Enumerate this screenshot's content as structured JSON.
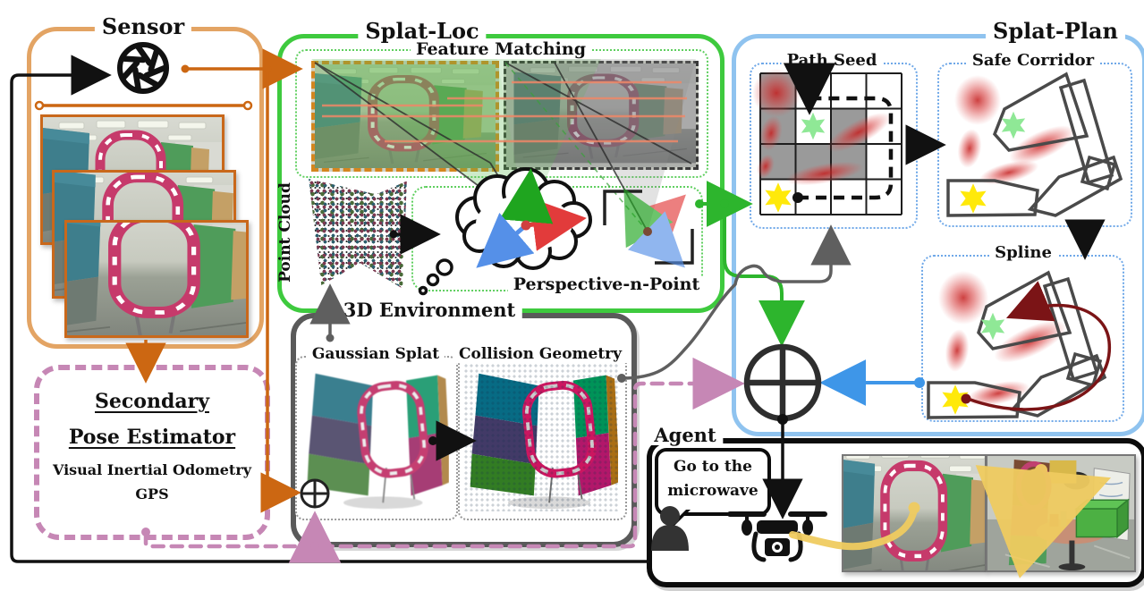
{
  "sensor": {
    "title": "Sensor"
  },
  "splat_loc": {
    "title": "Splat-Loc",
    "feature_matching": "Feature Matching",
    "point_cloud": "Point Cloud",
    "pnp": "Perspective-n-Point"
  },
  "splat_plan": {
    "title": "Splat-Plan",
    "path_seed": "Path Seed",
    "safe_corridor": "Safe Corridor",
    "spline": "Spline"
  },
  "environment": {
    "title": "3D Environment",
    "gaussian_splat": "Gaussian Splat",
    "collision_geometry": "Collision Geometry"
  },
  "secondary": {
    "title_line1": "Secondary",
    "title_line2": "Pose Estimator",
    "methods": [
      "Visual Inertial Odometry",
      "GPS"
    ]
  },
  "agent": {
    "title": "Agent",
    "speech_line1": "Go to the",
    "speech_line2": "microwave"
  },
  "icons": {
    "camera_aperture": "shutter-aperture glyph",
    "merge_node": "circled-plus fuse symbol",
    "small_merge_node": "circled-plus fuse symbol",
    "thought_cloud": "thought bubble with xyz axes",
    "person": "human silhouette",
    "drone": "quadcopter silhouette",
    "start_star": "yellow six-point star",
    "goal_star": "green six-point star"
  },
  "colors": {
    "sensor_border": "#E3A464",
    "orange_line": "#CC6712",
    "green_border": "#3ECA3E",
    "green_line": "#2DB52D",
    "blue_border": "#8FC3EF",
    "blue_line": "#3E96E8",
    "gray_border": "#5A5A5A",
    "pink_dashed": "#C687B5",
    "maroon_spline": "#7B1416",
    "path_yellow": "#F0CC60",
    "star_yellow": "#FFE90A",
    "star_green": "#8FE896",
    "obstacle_red": "#D63535"
  }
}
